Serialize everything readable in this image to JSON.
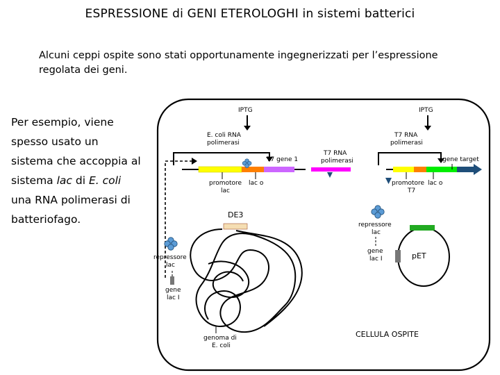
{
  "title": "ESPRESSIONE di GENI ETEROLOGHI in sistemi batterici",
  "intro": "Alcuni ceppi ospite sono stati opportunamente ingegnerizzati per l’espressione regolata dei geni.",
  "side": {
    "part1": "Per esempio, viene spesso usato un sistema che accoppia al sistema ",
    "lac": "lac",
    "part2": " di ",
    "ecoli": "E. coli",
    "part3": " una RNA polimerasi di batteriofago."
  },
  "labels": {
    "iptg_left": "IPTG",
    "iptg_right": "IPTG",
    "ecoli_rna_pol_1": "E. coli RNA",
    "ecoli_rna_pol_2": "polimerasi",
    "t7_rna_pol_top_1": "T7 RNA",
    "t7_rna_pol_top_2": "polimerasi",
    "t7_gene1": "T7 gene 1",
    "t7_rna_pol_mid_1": "T7 RNA",
    "t7_rna_pol_mid_2": "polimerasi",
    "gene_target": "gene target",
    "promotore_lac_1": "promotore",
    "promotore_lac_2": "lac",
    "laco_left": "lac o",
    "promotore_t7_1": "promotore",
    "promotore_t7_2": "T7",
    "laco_right": "lac o",
    "de3": "DE3",
    "repressore_lac_right_1": "repressore",
    "repressore_lac_right_2": "lac",
    "gene_laci_right_1": "gene",
    "gene_laci_right_2": "lac I",
    "pet": "pET",
    "repressore_lac_left_1": "repressore",
    "repressore_lac_left_2": "lac",
    "gene_laci_left_1": "gene",
    "gene_laci_left_2": "lac I",
    "genoma_1": "genoma di",
    "genoma_2": "E. coli",
    "cellula_ospite": "CELLULA OSPITE"
  },
  "colors": {
    "promoter_lac": "#ffff00",
    "laco": "#ff8000",
    "t7_gene1": "#cc66ff",
    "t7_rna_pol": "#ff00ff",
    "promoter_t7": "#ffff00",
    "gene_target_green": "#00ee00",
    "gene_target_arrow": "#1f4e79",
    "de3": "#f5deb3",
    "repressor": "#5b9bd5",
    "pet_box": "#22aa22",
    "gene_laci_box": "#777777"
  }
}
